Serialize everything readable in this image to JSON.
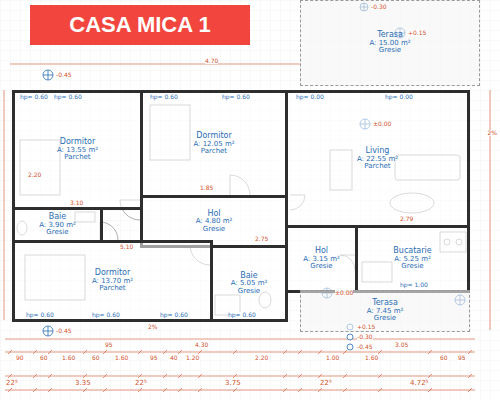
{
  "diagram": {
    "title": "CASA MICA 1",
    "nodes": [
      {
        "text": [
          "Terasa",
          "A: 15.00 m²",
          "Gresie"
        ]
      },
      {
        "text": [
          "Dormitor",
          "A: 13.55 m²",
          "Parchet"
        ]
      },
      {
        "text": [
          "Dormitor",
          "A: 12.05 m²",
          "Parchet"
        ]
      },
      {
        "text": [
          "Living",
          "A: 22.55 m²",
          "Parchet"
        ]
      },
      {
        "text": [
          "Baie",
          "A: 3.90 m²",
          "Gresie"
        ]
      },
      {
        "text": [
          "Hol",
          "A: 4.80 m²",
          "Gresie"
        ]
      },
      {
        "text": [
          "Hol",
          "A: 3.15 m²",
          "Gresie"
        ]
      },
      {
        "text": [
          "Bucatarie",
          "A: 5.25 m²",
          "Gresie"
        ]
      },
      {
        "text": [
          "Dormitor",
          "A: 13.70 m²",
          "Parchet"
        ]
      },
      {
        "text": [
          "Baie",
          "A: 5.05 m²",
          "Gresie"
        ]
      },
      {
        "text": [
          "Terasa",
          "A: 7.45 m²",
          "Gresie"
        ]
      }
    ],
    "labels": [
      "hp= 0.60",
      "hp= 0.60",
      "hp= 0.60",
      "hp= 0.60",
      "hp= 0.00",
      "hp= 0.00",
      "hp= 0.60",
      "hp= 0.60",
      "hp= 0.60",
      "hp= 0.60",
      "hp= 1.00",
      "-0.45",
      "+0.15",
      "-0.30",
      "±0.00",
      "±0.00",
      "-0.45",
      "+0.15",
      "-0.30",
      "-0.45",
      "4.70",
      "3.10",
      "2.20",
      "1.85",
      "2.79",
      "2.75",
      "5.10",
      "95",
      "4.30",
      "3.05",
      "90",
      "60",
      "1.60",
      "60",
      "1.60",
      "95",
      "40",
      "1.20",
      "2.20",
      "1.00",
      "1.60",
      "60",
      "95",
      "22⁵",
      "3.35",
      "22⁵",
      "3.75",
      "22⁵",
      "4.72⁵",
      "2%",
      "2%"
    ]
  }
}
